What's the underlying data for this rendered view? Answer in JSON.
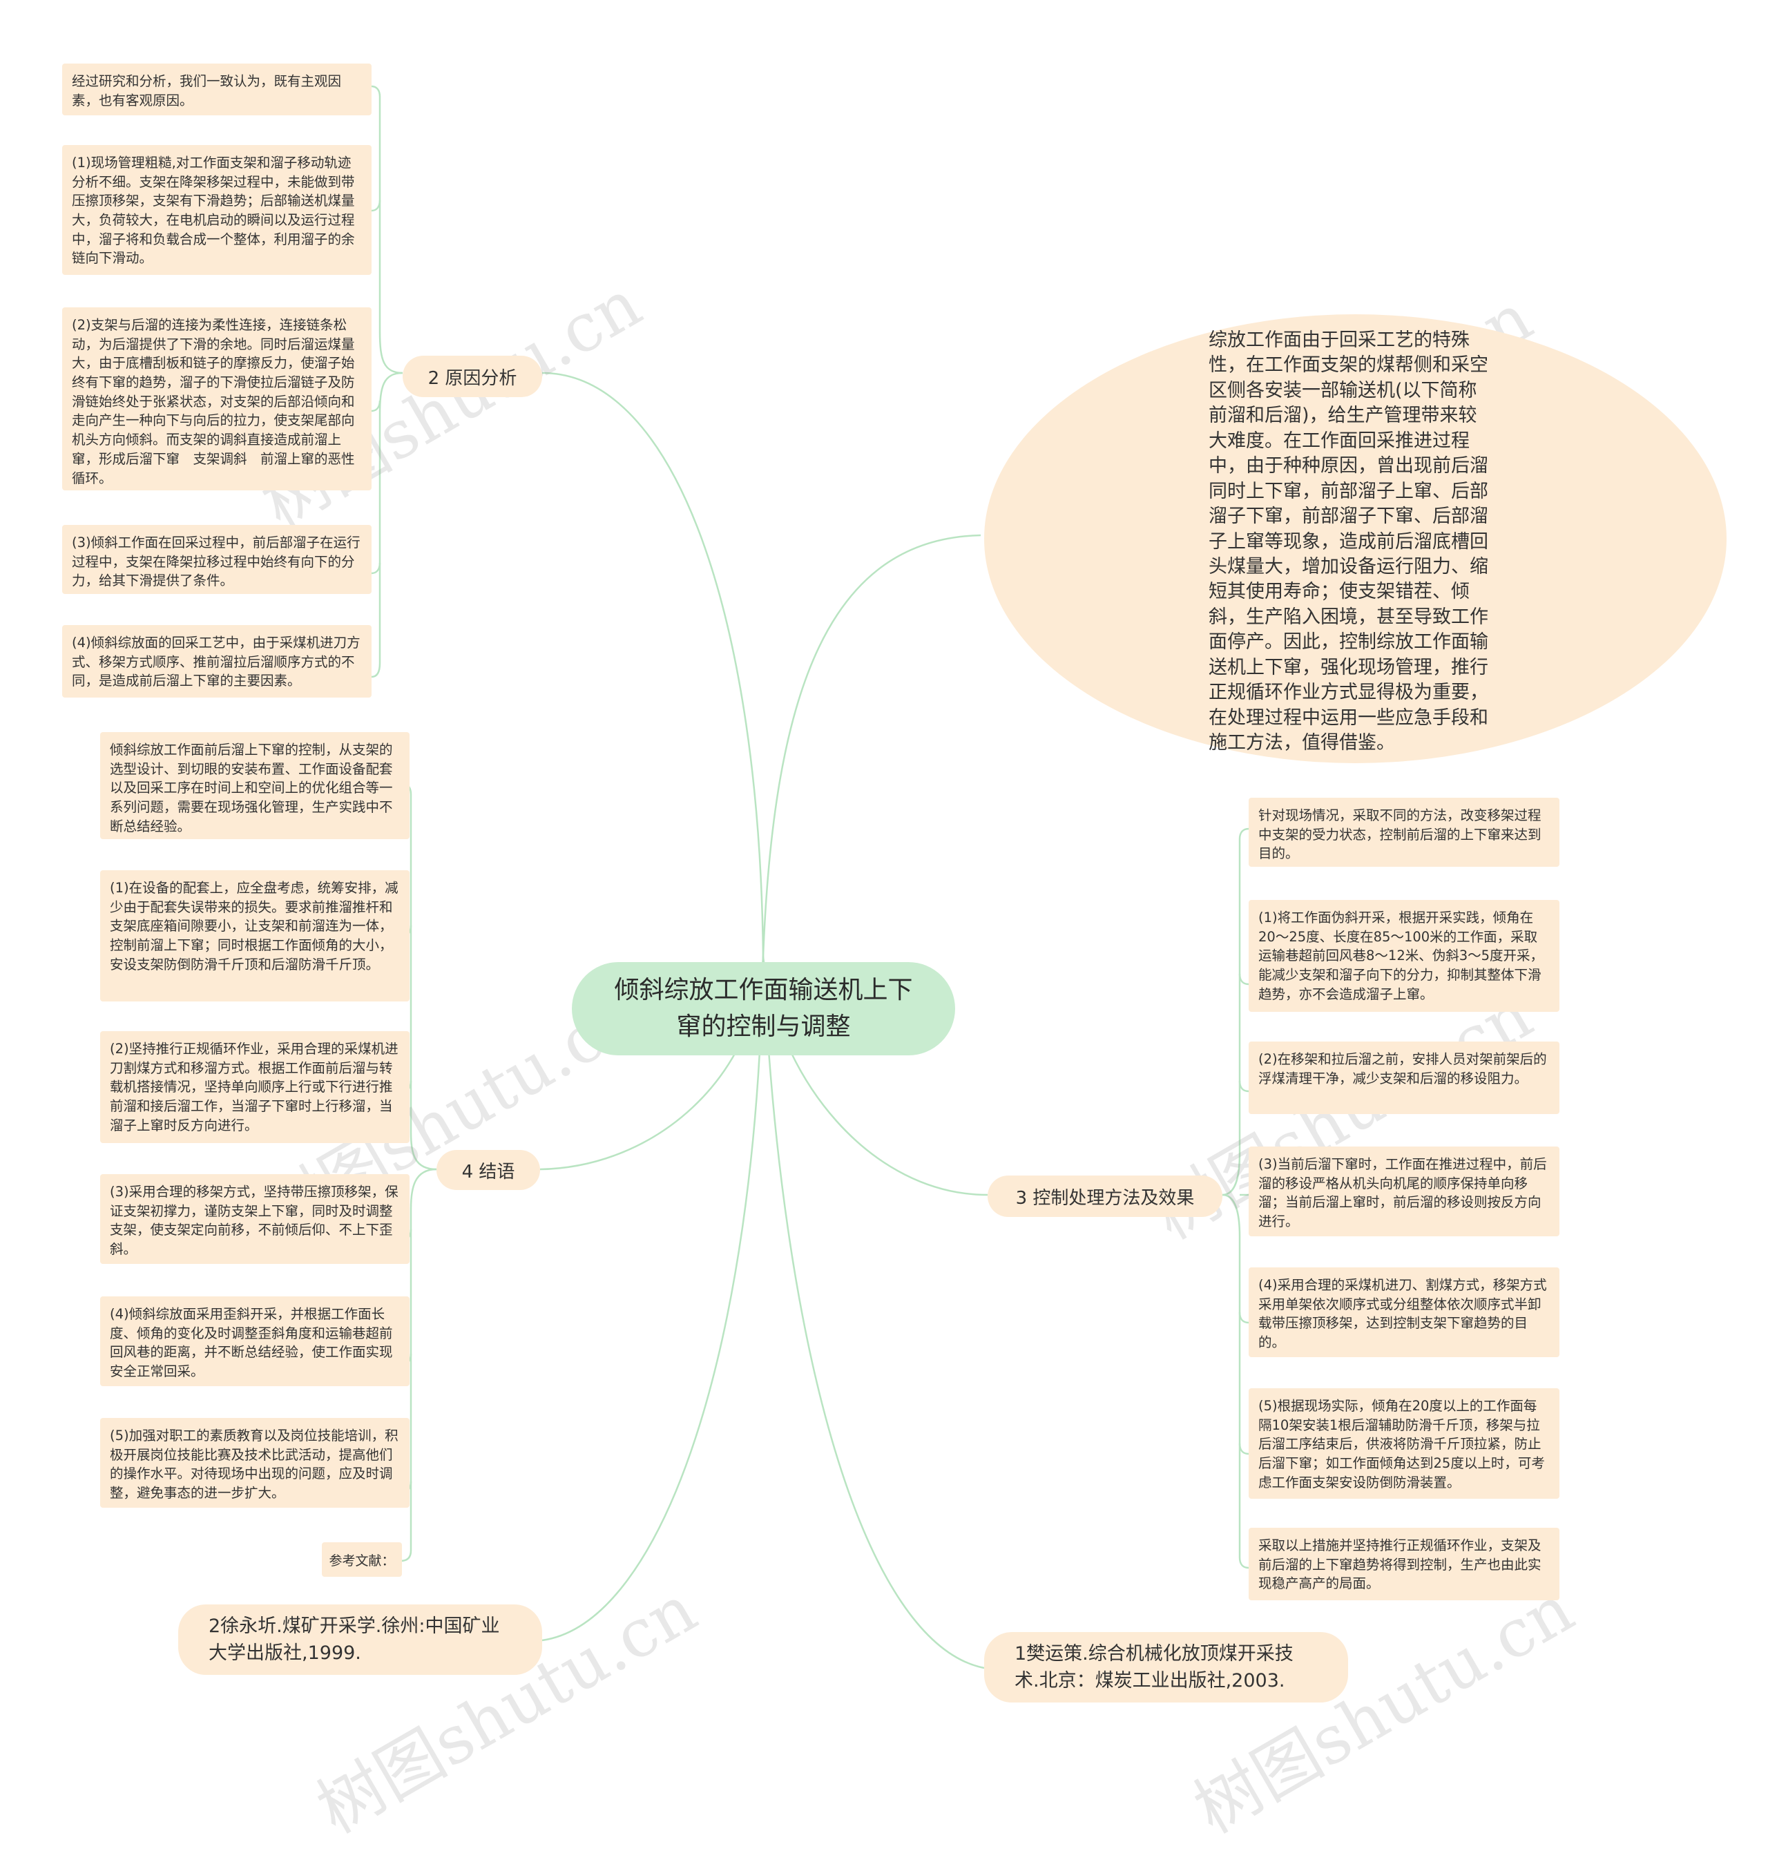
{
  "root": {
    "title": "倾斜综放工作面输送机上下窜的控制与调整"
  },
  "intro": {
    "text": "综放工作面由于回采工艺的特殊性，在工作面支架的煤帮侧和采空区侧各安装一部输送机(以下简称前溜和后溜)，给生产管理带来较大难度。在工作面回采推进过程中，由于种种原因，曾出现前后溜同时上下窜，前部溜子上窜、后部溜子下窜，前部溜子下窜、后部溜子上窜等现象，造成前后溜底槽回头煤量大，增加设备运行阻力、缩短其使用寿命；使支架错茬、倾斜，生产陷入困境，甚至导致工作面停产。因此，控制综放工作面输送机上下窜，强化现场管理，推行正规循环作业方式显得极为重要，在处理过程中运用一些应急手段和施工方法，值得借鉴。"
  },
  "branch_cause": {
    "label": "2  原因分析",
    "leaves": [
      "经过研究和分析，我们一致认为，既有主观因素，也有客观原因。",
      "(1)现场管理粗糙,对工作面支架和溜子移动轨迹分析不细。支架在降架移架过程中，未能做到带压擦顶移架，支架有下滑趋势；后部输送机煤量大，负荷较大，在电机启动的瞬间以及运行过程中，溜子将和负载合成一个整体，利用溜子的余链向下滑动。",
      "(2)支架与后溜的连接为柔性连接，连接链条松动，为后溜提供了下滑的余地。同时后溜运煤量大，由于底槽刮板和链子的摩擦反力，使溜子始终有下窜的趋势，溜子的下滑使拉后溜链子及防滑链始终处于张紧状态，对支架的后部沿倾向和走向产生一种向下与向后的拉力，使支架尾部向机头方向倾斜。而支架的调斜直接造成前溜上窜，形成后溜下窜　支架调斜　前溜上窜的恶性循环。",
      "(3)倾斜工作面在回采过程中，前后部溜子在运行过程中，支架在降架拉移过程中始终有向下的分力，给其下滑提供了条件。",
      "(4)倾斜综放面的回采工艺中，由于采煤机进刀方式、移架方式顺序、推前溜拉后溜顺序方式的不同，是造成前后溜上下窜的主要因素。"
    ]
  },
  "branch_conclusion": {
    "label": "4  结语",
    "leaves": [
      "倾斜综放工作面前后溜上下窜的控制，从支架的选型设计、到切眼的安装布置、工作面设备配套以及回采工序在时间上和空间上的优化组合等一系列问题，需要在现场强化管理，生产实践中不断总结经验。",
      "(1)在设备的配套上，应全盘考虑，统筹安排，减少由于配套失误带来的损失。要求前推溜推杆和支架底座箱间隙要小，让支架和前溜连为一体，控制前溜上下窜；同时根据工作面倾角的大小，安设支架防倒防滑千斤顶和后溜防滑千斤顶。",
      "(2)坚持推行正规循环作业，采用合理的采煤机进刀割煤方式和移溜方式。根据工作面前后溜与转载机搭接情况，坚持单向顺序上行或下行进行推前溜和接后溜工作，当溜子下窜时上行移溜，当溜子上窜时反方向进行。",
      "(3)采用合理的移架方式，坚持带压擦顶移架，保证支架初撑力，谨防支架上下窜，同时及时调整支架，使支架定向前移，不前倾后仰、不上下歪斜。",
      "(4)倾斜综放面采用歪斜开采，并根据工作面长度、倾角的变化及时调整歪斜角度和运输巷超前回风巷的距离，并不断总结经验，使工作面实现安全正常回采。",
      "(5)加强对职工的素质教育以及岗位技能培训，积极开展岗位技能比赛及技术比武活动，提高他们的操作水平。对待现场中出现的问题，应及时调整，避免事态的进一步扩大。"
    ],
    "ref_label": "参考文献："
  },
  "branch_control": {
    "label": "3  控制处理方法及效果",
    "leaves": [
      "针对现场情况，采取不同的方法，改变移架过程中支架的受力状态，控制前后溜的上下窜来达到目的。",
      "(1)将工作面伪斜开采，根据开采实践，倾角在20～25度、长度在85～100米的工作面，采取运输巷超前回风巷8～12米、伪斜3～5度开采，能减少支架和溜子向下的分力，抑制其整体下滑趋势，亦不会造成溜子上窜。",
      "(2)在移架和拉后溜之前，安排人员对架前架后的浮煤清理干净，减少支架和后溜的移设阻力。",
      "(3)当前后溜下窜时，工作面在推进过程中，前后溜的移设严格从机头向机尾的顺序保持单向移溜；当前后溜上窜时，前后溜的移设则按反方向进行。",
      "(4)采用合理的采煤机进刀、割煤方式，移架方式采用单架依次顺序式或分组整体依次顺序式半卸载带压擦顶移架，达到控制支架下窜趋势的目的。",
      "(5)根据现场实际，倾角在20度以上的工作面每隔10架安装1根后溜辅助防滑千斤顶，移架与拉后溜工序结束后，供液将防滑千斤顶拉紧，防止后溜下窜；如工作面倾角达到25度以上时，可考虑工作面支架安设防倒防滑装置。",
      "采取以上措施并坚持推行正规循环作业，支架及前后溜的上下窜趋势将得到控制，生产也由此实现稳产高产的局面。"
    ]
  },
  "references": {
    "ref2": "2徐永圻.煤矿开采学.徐州:中国矿业大学出版社,1999.",
    "ref1": "1樊运策.综合机械化放顶煤开采技术.北京：煤炭工业出版社,2003."
  },
  "watermark": "树图shutu.cn",
  "colors": {
    "root_fill": "#c9ecd0",
    "node_fill": "#fdebd5",
    "link": "#b9e4c2",
    "watermark": "#969696"
  }
}
